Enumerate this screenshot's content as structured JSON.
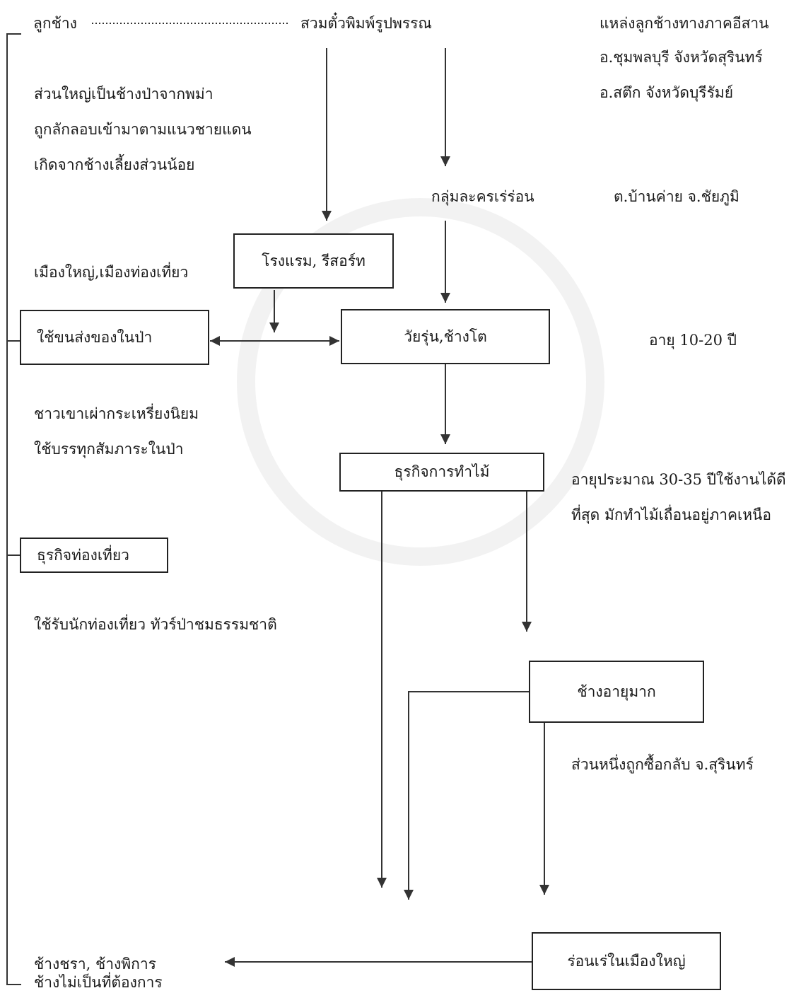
{
  "flow": {
    "source_left": "ลูกช้าง",
    "source_center": "สวมตั๋วพิมพ์รูปพรรณ",
    "source_right": "แหล่งลูกช้างทางภาคอีสาน",
    "right_place1": "อ.ชุมพลบุรี  จังหวัดสุรินทร์",
    "right_place2": "อ.สตึก  จังหวัดบุรีรัมย์",
    "left_note1": "ส่วนใหญ่เป็นช้างป่าจากพม่า",
    "left_note2": "ถูกลักลอบเข้ามาตามแนวชายแดน",
    "left_note3": "เกิดจากช้างเลี้ยงส่วนน้อย",
    "drama_group": "กลุ่มละครเร่ร่อน",
    "drama_place": "ต.บ้านค่าย  จ.ชัยภูมิ",
    "city_tourism": "เมืองใหญ่,เมืองท่องเที่ยว",
    "hotel_box": "โรงแรม, รีสอร์ท",
    "forest_transport_box": "ใช้ขนส่งของในป่า",
    "teen_box": "วัยรุ่น,ช้างโต",
    "age_teen": "อายุ 10-20  ปี",
    "karen_note1": "ชาวเขาเผ่ากระเหรี่ยงนิยม",
    "karen_note2": "ใช้บรรทุกสัมภาระในป่า",
    "logging_box": "ธุรกิจการทำไม้",
    "logging_note1": "อายุประมาณ 30-35 ปีใช้งานได้ดี",
    "logging_note2": "ที่สุด มักทำไม้เถื่อนอยู่ภาคเหนือ",
    "tourism_box": "ธุรกิจท่องเที่ยว",
    "tourism_note": "ใช้รับนักท่องเที่ยว  ทัวร์ป่าชมธรรมชาติ",
    "old_box": "ช้างอายุมาก",
    "old_note": "ส่วนหนึ่งถูกซื้อกลับ  จ.สุรินทร์",
    "city_wander_box": "ร่อนเร่ในเมืองใหญ่",
    "final1": "ช้างชรา,  ช้างพิการ",
    "final2": "ช้างไม่เป็นที่ต้องการ"
  }
}
